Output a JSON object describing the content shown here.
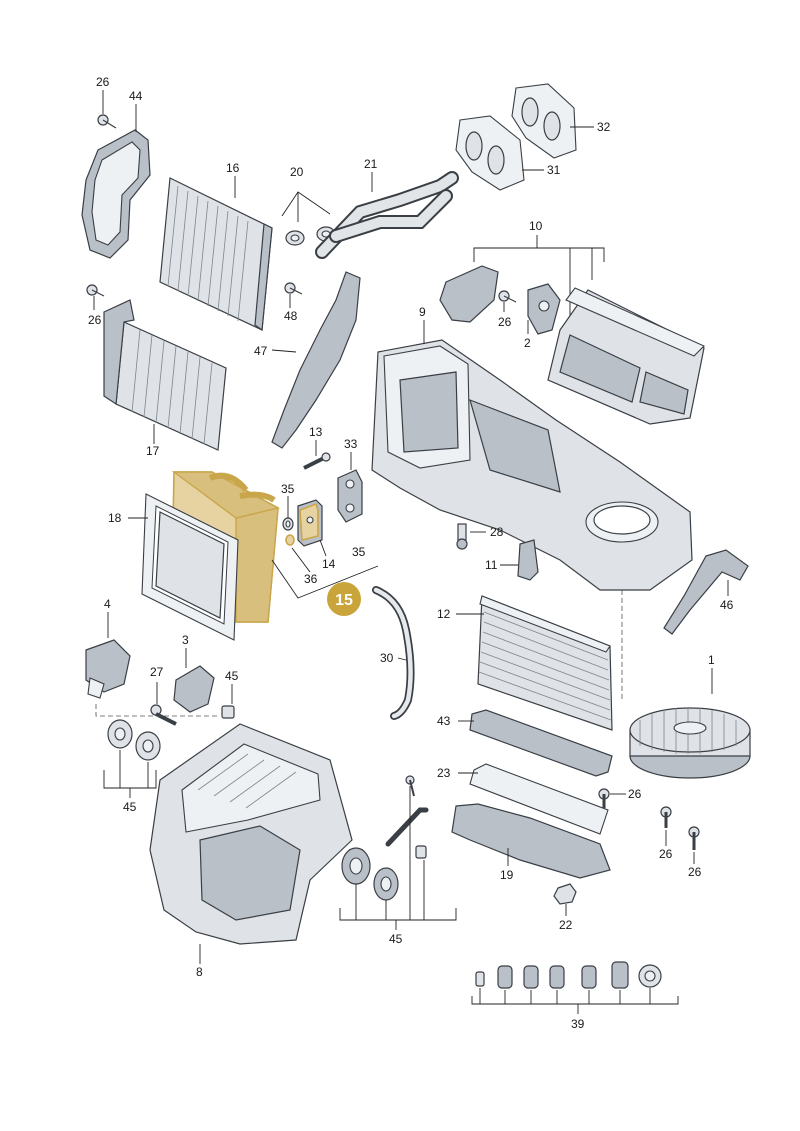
{
  "highlight": {
    "label": "15",
    "color": "#c9a43a"
  },
  "colors": {
    "highlight_fill": "#e7d3a1",
    "highlight_stroke": "#c9a64a",
    "part_fill": "#dfe3e7",
    "outline": "#3a3f45"
  },
  "labels": {
    "l1": "1",
    "l2": "2",
    "l3": "3",
    "l4": "4",
    "l8": "8",
    "l9": "9",
    "l10": "10",
    "l11": "11",
    "l12": "12",
    "l13": "13",
    "l14": "14",
    "l16": "16",
    "l17": "17",
    "l18": "18",
    "l19": "19",
    "l20": "20",
    "l21": "21",
    "l22": "22",
    "l23": "23",
    "l26a": "26",
    "l26b": "26",
    "l26c": "26",
    "l26d": "26",
    "l26e": "26",
    "l26f": "26",
    "l27": "27",
    "l28": "28",
    "l30": "30",
    "l31": "31",
    "l32": "32",
    "l33": "33",
    "l35a": "35",
    "l35b": "35",
    "l36": "36",
    "l39": "39",
    "l43": "43",
    "l44": "44",
    "l45a": "45",
    "l45b": "45",
    "l45c": "45",
    "l46": "46",
    "l47": "47",
    "l48": "48"
  }
}
